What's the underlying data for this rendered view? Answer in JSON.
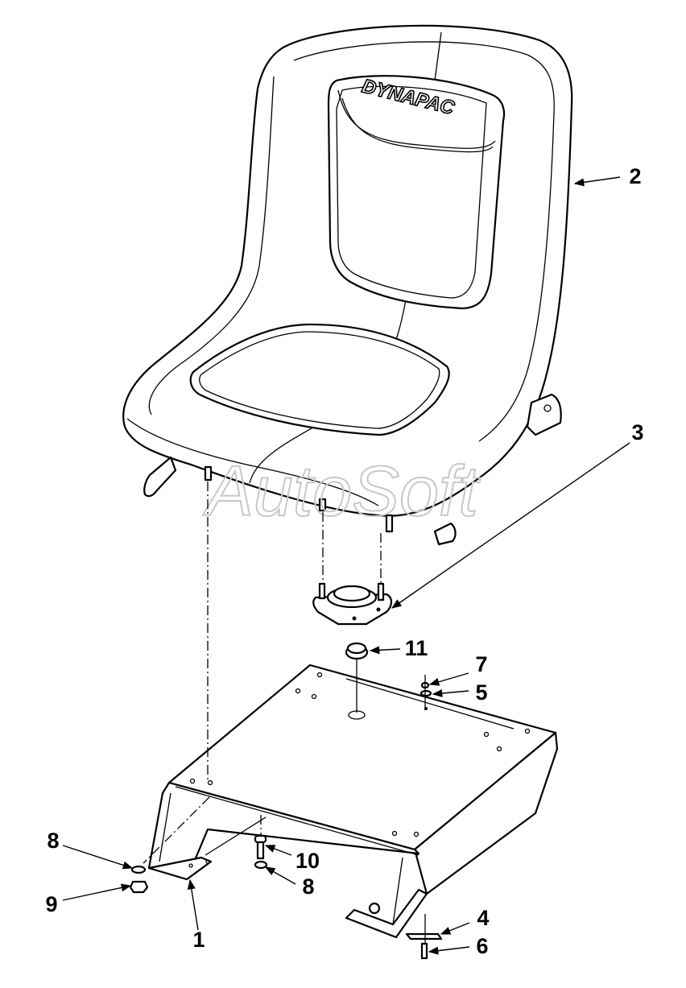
{
  "seat": {
    "brand_text": "DYNAPAC"
  },
  "watermark": {
    "text": "AutoSoft"
  },
  "callouts": {
    "c1": "1",
    "c2": "2",
    "c3": "3",
    "c4": "4",
    "c5": "5",
    "c6": "6",
    "c7": "7",
    "c8a": "8",
    "c8b": "8",
    "c9": "9",
    "c10": "10",
    "c11": "11"
  },
  "colors": {
    "line": "#000000",
    "background": "#ffffff",
    "watermark": "#c8c8c8"
  }
}
